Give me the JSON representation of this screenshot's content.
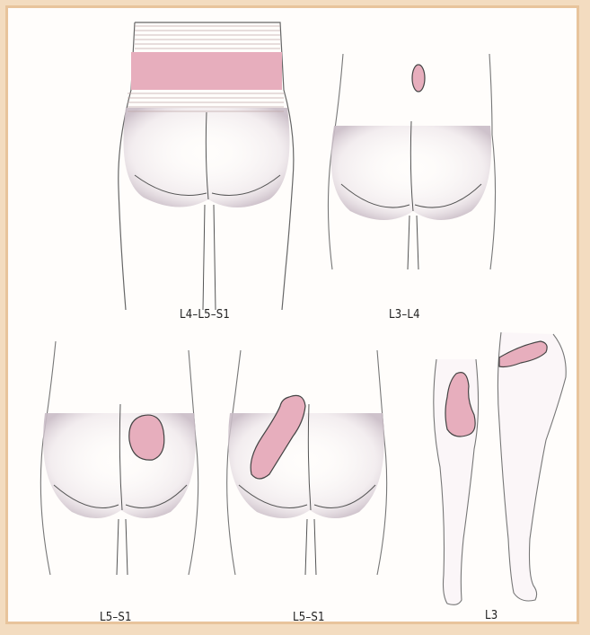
{
  "figure": {
    "labels": {
      "top_left": "L4–L5–S1",
      "top_right": "L3–L4",
      "bottom_left": "L5–S1",
      "bottom_middle": "L5–S1",
      "bottom_right": "L3"
    },
    "colors": {
      "frame": "#e8c49c",
      "background": "#f3dcc0",
      "pain_area": "#e7aebd",
      "skin_shade": "#cfc4cc",
      "outline": "#555555"
    }
  }
}
